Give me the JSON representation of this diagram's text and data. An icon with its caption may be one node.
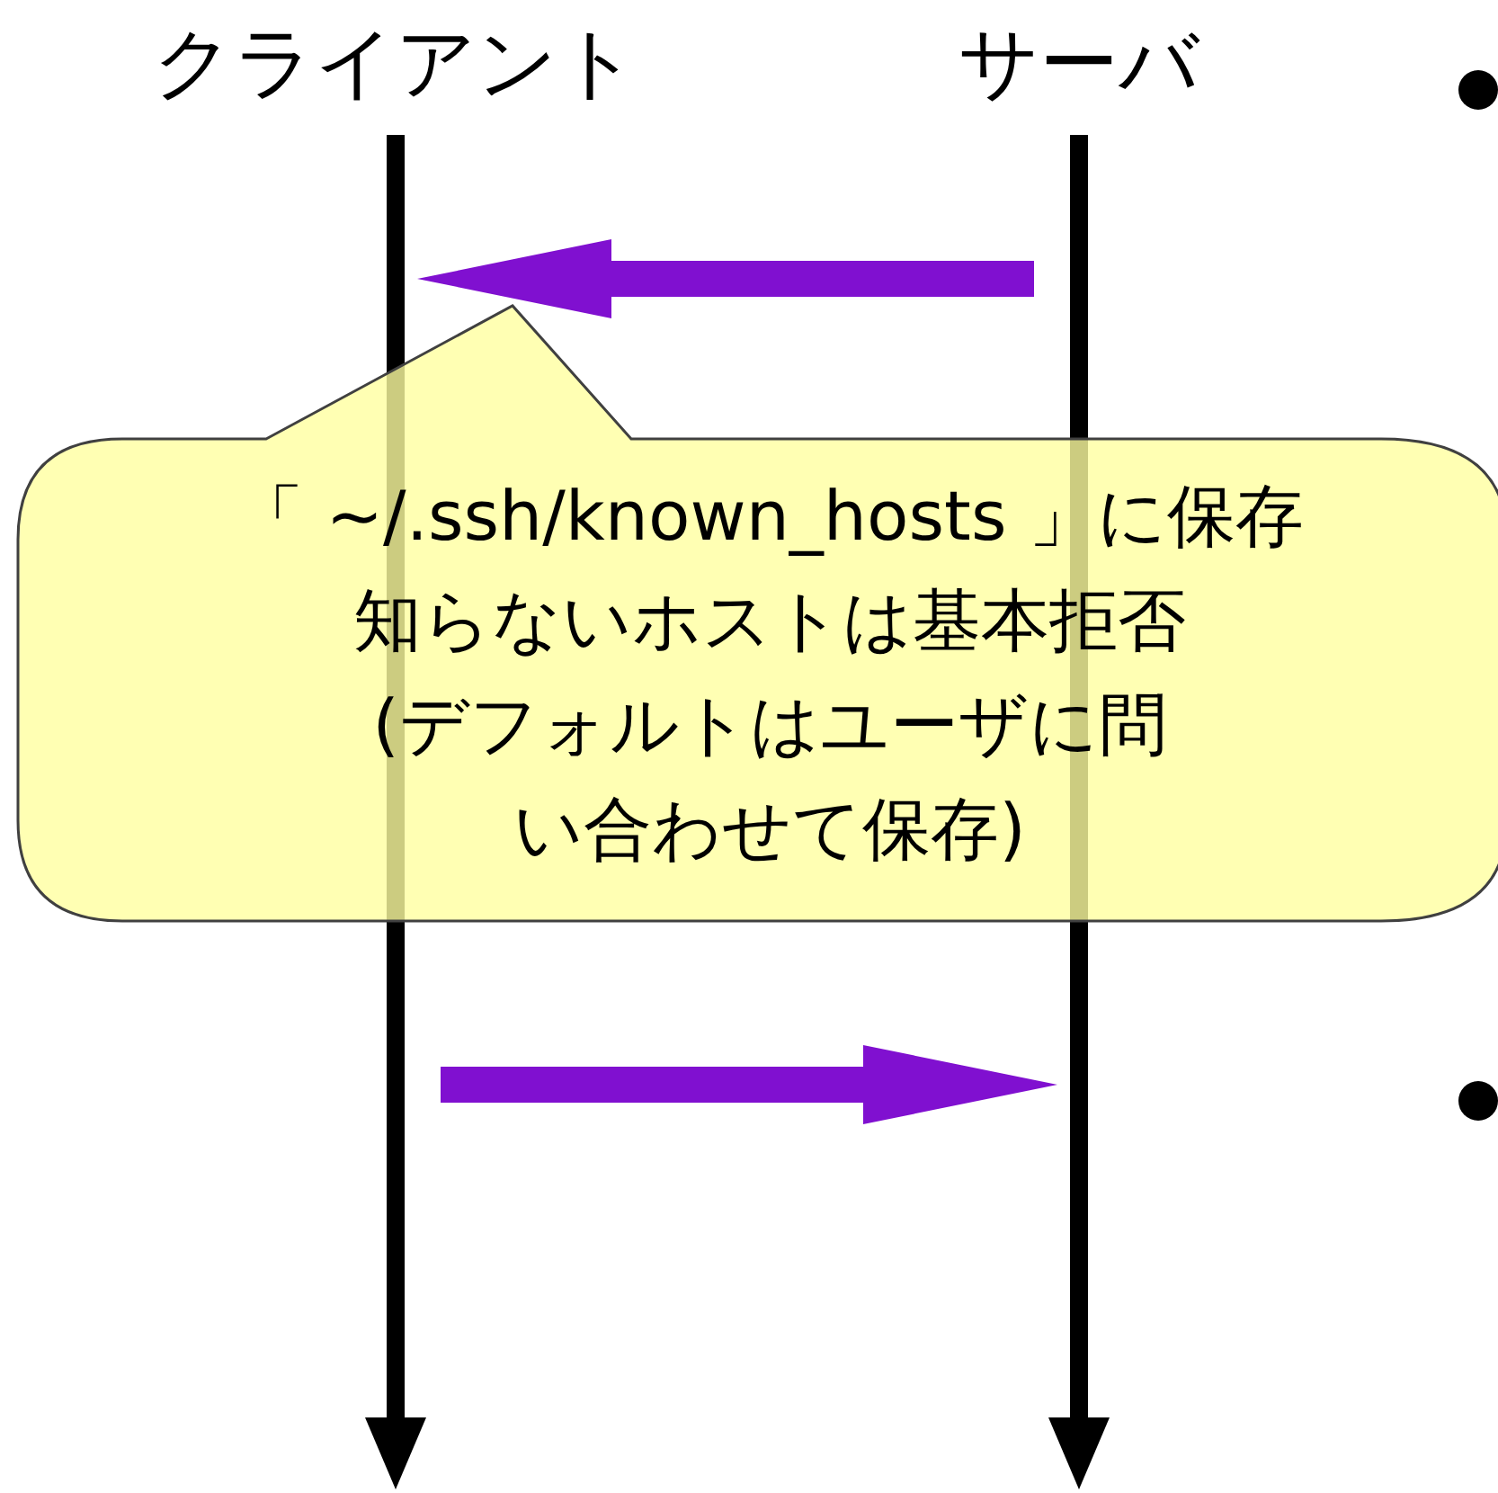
{
  "diagram": {
    "nodes": [
      {
        "text": [
          "クライアント"
        ]
      },
      {
        "text": [
          "サーバ"
        ]
      },
      {
        "text": [
          "「 ~/.ssh/known_hosts 」に保存",
          "知らないホストは基本拒否",
          "(デフォルトはユーザに問い合わせて保存)"
        ]
      }
    ],
    "edges": [
      {
        "from": 1,
        "to": 0,
        "arrow": "to",
        "color": "#8010d0"
      },
      {
        "from": 0,
        "to": 1,
        "arrow": "to",
        "color": "#8010d0"
      }
    ]
  }
}
